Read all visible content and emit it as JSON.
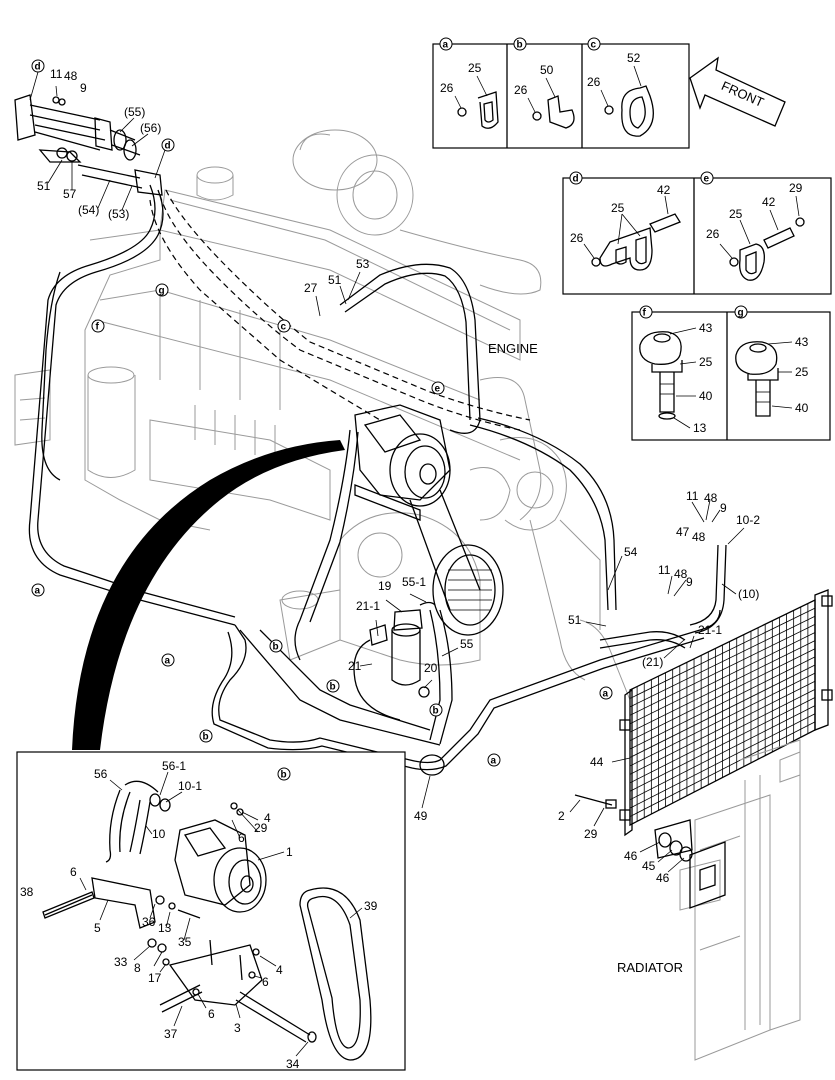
{
  "labels": {
    "front": "FRONT",
    "engine": "ENGINE",
    "radiator": "RADIATOR"
  },
  "detail_boxes": {
    "a": {
      "letter": "a",
      "parts": [
        "25",
        "26"
      ]
    },
    "b": {
      "letter": "b",
      "parts": [
        "50",
        "26"
      ]
    },
    "c": {
      "letter": "c",
      "parts": [
        "52",
        "26"
      ]
    },
    "d": {
      "letter": "d",
      "parts": [
        "42",
        "25",
        "26"
      ]
    },
    "e": {
      "letter": "e",
      "parts": [
        "29",
        "42",
        "25",
        "26"
      ]
    },
    "f": {
      "letter": "f",
      "parts": [
        "43",
        "25",
        "40",
        "13"
      ]
    },
    "g": {
      "letter": "g",
      "parts": [
        "43",
        "25",
        "40"
      ]
    }
  },
  "part_numbers": {
    "p11": "11",
    "p48": "48",
    "p9": "9",
    "p55p": "(55)",
    "p56p": "(56)",
    "p51": "51",
    "p57": "57",
    "p54p": "(54)",
    "p53p": "(53)",
    "p53": "53",
    "p27": "27",
    "p51b": "51",
    "p11b": "11",
    "p48b": "48",
    "p9b": "9",
    "p47": "47",
    "p48c": "48",
    "p10_2": "10-2",
    "p11c": "11",
    "p48d": "48",
    "p9c": "9",
    "p10p": "(10)",
    "p54": "54",
    "p19": "19",
    "p55_1": "55-1",
    "p21_1": "21-1",
    "p21": "21",
    "p20": "20",
    "p55": "55",
    "p51c": "51",
    "p21p": "(21)",
    "p21_1b": "21-1",
    "p44": "44",
    "p49": "49",
    "p2": "2",
    "p29": "29",
    "p46": "46",
    "p45": "45",
    "p46b": "46",
    "i56": "56",
    "i56_1": "56-1",
    "i10_1": "10-1",
    "i10": "10",
    "i4": "4",
    "i29": "29",
    "i6": "6",
    "i1": "1",
    "i38": "38",
    "i6b": "6",
    "i5": "5",
    "i36": "36",
    "i13": "13",
    "i35": "35",
    "i39": "39",
    "i33": "33",
    "i8": "8",
    "i17": "17",
    "i4b": "4",
    "i6c": "6",
    "i37": "37",
    "i6d": "6",
    "i3": "3",
    "i34": "34"
  },
  "callouts": {
    "d1": "d",
    "d2": "d",
    "g1": "g",
    "f1": "f",
    "c1": "c",
    "e1": "e",
    "a1": "a",
    "a2": "a",
    "a3": "a",
    "a4": "a",
    "b1": "b",
    "b2": "b",
    "b3": "b",
    "b4": "b",
    "b5": "b"
  }
}
